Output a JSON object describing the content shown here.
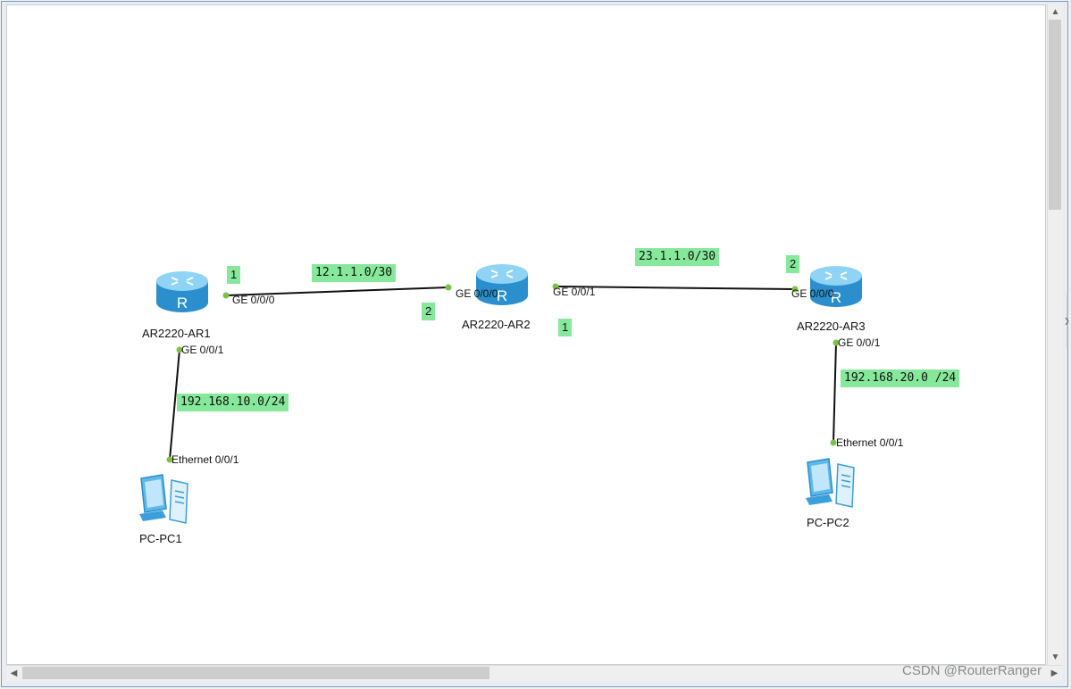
{
  "devices": {
    "ar1": {
      "label": "AR2220-AR1",
      "icon": "router-icon"
    },
    "ar2": {
      "label": "AR2220-AR2",
      "icon": "router-icon"
    },
    "ar3": {
      "label": "AR2220-AR3",
      "icon": "router-icon"
    },
    "pc1": {
      "label": "PC-PC1",
      "icon": "pc-icon"
    },
    "pc2": {
      "label": "PC-PC2",
      "icon": "pc-icon"
    }
  },
  "ports": {
    "ar1_g000": "GE 0/0/0",
    "ar1_g001": "GE 0/0/1",
    "ar2_g000": "GE 0/0/0",
    "ar2_g001": "GE 0/0/1",
    "ar3_g000": "GE 0/0/0",
    "ar3_g001": "GE 0/0/1",
    "pc1_eth": "Ethernet 0/0/1",
    "pc2_eth": "Ethernet 0/0/1"
  },
  "notes": {
    "net_12": "12.1.1.0/30",
    "net_23": "23.1.1.0/30",
    "net_pc1": "192.168.10.0/24",
    "net_pc2": "192.168.20.0 /24",
    "ar1_host": "1",
    "ar2_left_host": "2",
    "ar2_right_host": "1",
    "ar3_host": "2"
  },
  "colors": {
    "note_bg": "#86e89a",
    "link": "#111111",
    "port_dot": "#7cc243",
    "router_body": "#2e9bd6"
  },
  "watermark": "CSDN @RouterRanger"
}
